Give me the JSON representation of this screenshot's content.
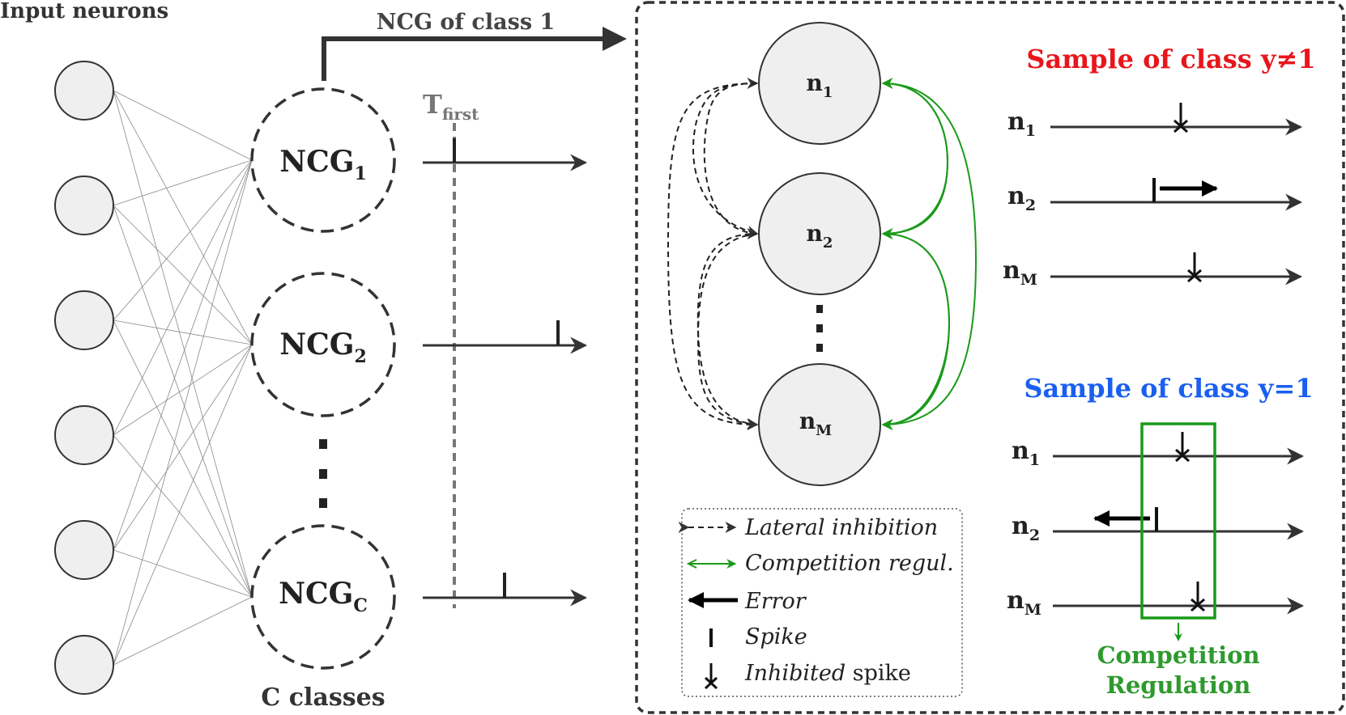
{
  "left": {
    "input_title": "Input neurons",
    "output_title": "C classes",
    "arrow_label": "NCG of class 1",
    "tfirst_base": "T",
    "tfirst_sub": "first",
    "ncgs": [
      {
        "base": "NCG",
        "sub": "1"
      },
      {
        "base": "NCG",
        "sub": "2"
      },
      {
        "base": "NCG",
        "sub": "C"
      }
    ]
  },
  "right": {
    "neurons": [
      {
        "base": "n",
        "sub": "1"
      },
      {
        "base": "n",
        "sub": "2"
      },
      {
        "base": "n",
        "sub": "M"
      }
    ],
    "neg_title": "Sample of class y≠1",
    "pos_title": "Sample of class y=1",
    "neg_rows": [
      {
        "base": "n",
        "sub": "1"
      },
      {
        "base": "n",
        "sub": "2"
      },
      {
        "base": "n",
        "sub": "M"
      }
    ],
    "pos_rows": [
      {
        "base": "n",
        "sub": "1"
      },
      {
        "base": "n",
        "sub": "2"
      },
      {
        "base": "n",
        "sub": "M"
      }
    ],
    "regulation_label_1": "Competition",
    "regulation_label_2": "Regulation"
  },
  "legend": {
    "lateral": "Lateral inhibition",
    "competition": "Competition regul.",
    "error": "Error",
    "spike": "Spike",
    "inhibited_1": "Inhibited",
    "inhibited_2": " spike"
  },
  "colors": {
    "dark": "#333333",
    "green": "#1a9a1a",
    "green_text": "#2e9a2e",
    "red": "#e8161c",
    "blue": "#1a5ff0",
    "node_fill": "#efefef",
    "gray": "#777777"
  }
}
